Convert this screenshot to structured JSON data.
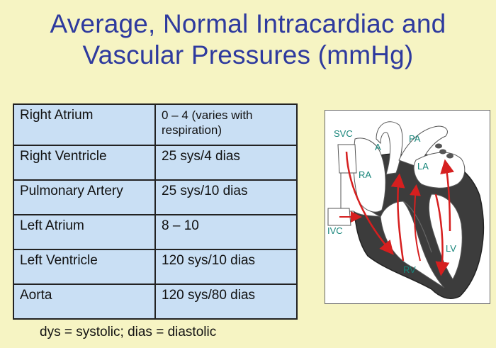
{
  "slide": {
    "title_line1": "Average, Normal Intracardiac and",
    "title_line2": "Vascular Pressures (mmHg)",
    "footnote": "dys = systolic; dias = diastolic"
  },
  "table": {
    "rows": [
      {
        "chamber": "Right Atrium",
        "pressure_line1": "0 – 4 (varies with",
        "pressure_line2": "respiration)"
      },
      {
        "chamber": "Right Ventricle",
        "pressure": "25 sys/4 dias"
      },
      {
        "chamber": "Pulmonary Artery",
        "pressure": "25 sys/10 dias"
      },
      {
        "chamber": "Left Atrium",
        "pressure": "8 – 10"
      },
      {
        "chamber": "Left Ventricle",
        "pressure": "120 sys/10 dias"
      },
      {
        "chamber": "Aorta",
        "pressure": "120 sys/80 dias"
      }
    ]
  },
  "diagram": {
    "labels": {
      "svc": "SVC",
      "a": "A",
      "pa": "PA",
      "ra": "RA",
      "la": "LA",
      "ivc": "IVC",
      "lv": "LV",
      "rv": "RV"
    },
    "colors": {
      "flow_arrow": "#d61f1f",
      "muscle": "#3a3a3a",
      "label": "#17857a"
    }
  }
}
